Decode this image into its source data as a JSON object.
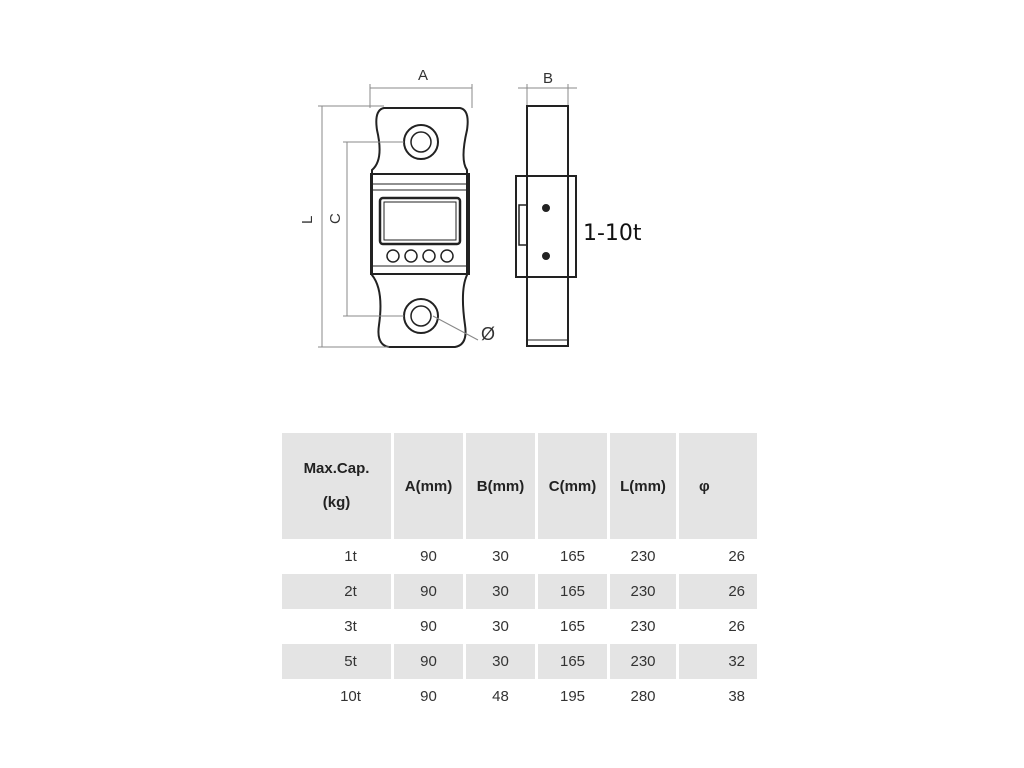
{
  "drawing": {
    "labels": {
      "width": "A",
      "depth": "B",
      "length": "L",
      "center": "C",
      "diameter": "Ø",
      "capacity": "1-10t"
    }
  },
  "table": {
    "headers": {
      "cap_line1": "Max.Cap.",
      "cap_line2": "(kg)",
      "a": "A(mm)",
      "b": "B(mm)",
      "c": "C(mm)",
      "l": "L(mm)",
      "phi": "φ"
    },
    "rows": [
      {
        "cap": "1t",
        "a": "90",
        "b": "30",
        "c": "165",
        "l": "230",
        "phi": "26"
      },
      {
        "cap": "2t",
        "a": "90",
        "b": "30",
        "c": "165",
        "l": "230",
        "phi": "26"
      },
      {
        "cap": "3t",
        "a": "90",
        "b": "30",
        "c": "165",
        "l": "230",
        "phi": "26"
      },
      {
        "cap": "5t",
        "a": "90",
        "b": "30",
        "c": "165",
        "l": "230",
        "phi": "32"
      },
      {
        "cap": "10t",
        "a": "90",
        "b": "48",
        "c": "195",
        "l": "280",
        "phi": "38"
      }
    ]
  }
}
